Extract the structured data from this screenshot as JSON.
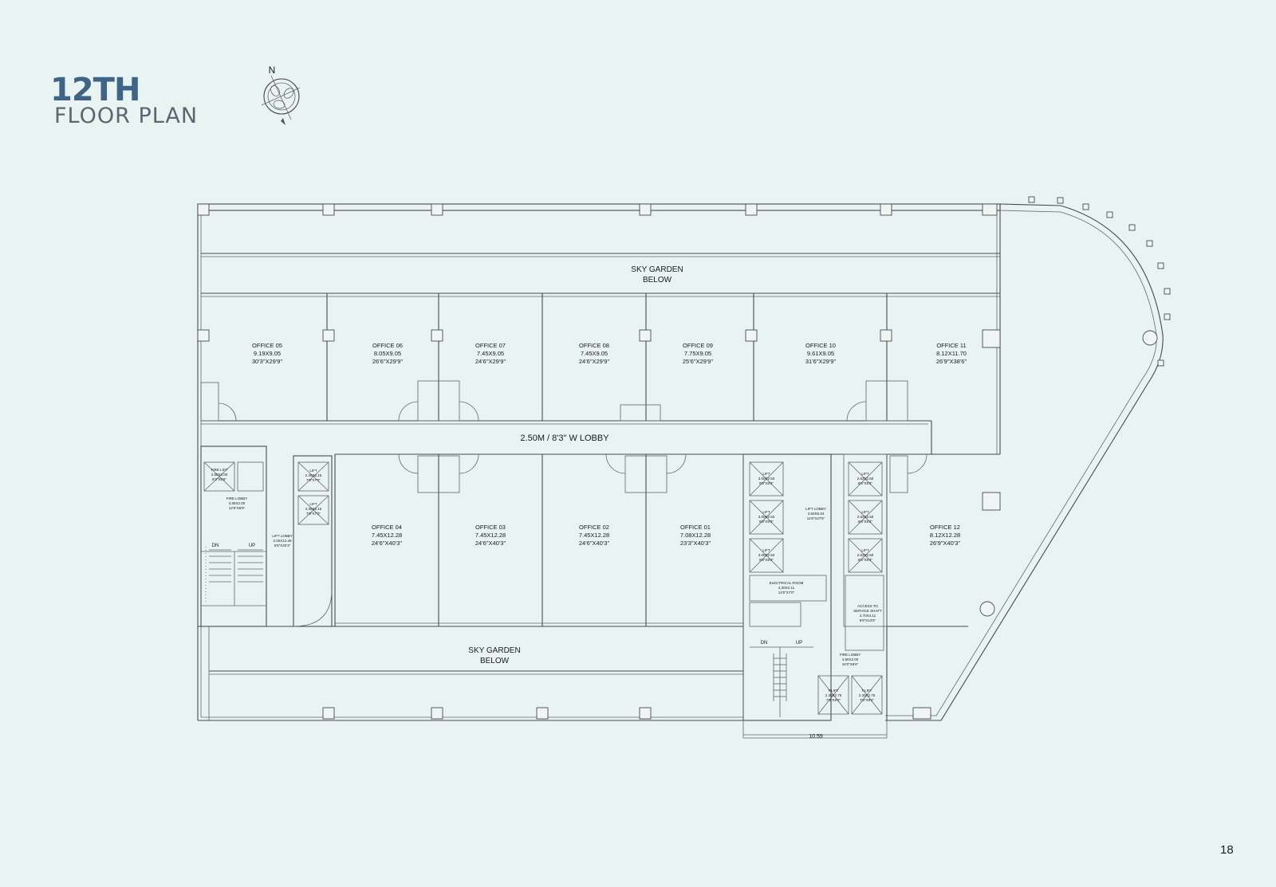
{
  "title": {
    "number": "12TH",
    "subtitle": "FLOOR PLAN"
  },
  "compass": {
    "label": "N"
  },
  "page_number": "18",
  "labels": {
    "sky_garden_top": [
      "SKY GARDEN",
      "BELOW"
    ],
    "sky_garden_bottom": [
      "SKY GARDEN",
      "BELOW"
    ],
    "lobby": "2.50M / 8'3\" W LOBBY",
    "dimension": "10.59"
  },
  "offices_top": [
    {
      "name": "OFFICE 05",
      "size": "9.19X9.05",
      "imperial": "30'3\"X29'9\""
    },
    {
      "name": "OFFICE 06",
      "size": "8.05X9.05",
      "imperial": "26'6\"X29'9\""
    },
    {
      "name": "OFFICE 07",
      "size": "7.45X9.05",
      "imperial": "24'6\"X29'9\""
    },
    {
      "name": "OFFICE 08",
      "size": "7.45X9.05",
      "imperial": "24'6\"X29'9\""
    },
    {
      "name": "OFFICE 09",
      "size": "7.75X9.05",
      "imperial": "25'6\"X29'9\""
    },
    {
      "name": "OFFICE 10",
      "size": "9.61X9.05",
      "imperial": "31'6\"X29'9\""
    },
    {
      "name": "OFFICE 11",
      "size": "8.12X11.70",
      "imperial": "26'9\"X38'6\""
    }
  ],
  "offices_bottom": [
    {
      "name": "OFFICE 04",
      "size": "7.45X12.28",
      "imperial": "24'6\"X40'3\""
    },
    {
      "name": "OFFICE 03",
      "size": "7.45X12.28",
      "imperial": "24'6\"X40'3\""
    },
    {
      "name": "OFFICE 02",
      "size": "7.45X12.28",
      "imperial": "24'6\"X40'3\""
    },
    {
      "name": "OFFICE 01",
      "size": "7.08X12.28",
      "imperial": "23'3\"X40'3\""
    },
    {
      "name": "OFFICE 12",
      "size": "8.12X12.28",
      "imperial": "26'9\"X40'3\""
    }
  ],
  "left_core": {
    "fire_lift": [
      "FIRE LIFT",
      "2.50X2.00",
      "8'3\"X6'6\""
    ],
    "fire_lobby": [
      "FIRE LOBBY",
      "3.85X2.00",
      "12'6\"X6'6\""
    ],
    "lift_lobby": [
      "LIFT LOBBY",
      "2.00X12.28",
      "6'6\"X40'3\""
    ],
    "lift_a": [
      "LIFT",
      "2.35X2.15",
      "7'9\"X7'0\""
    ],
    "lift_b": [
      "LIFT",
      "2.35X2.15",
      "7'9\"X7'0\""
    ],
    "stair": {
      "dn": "DN",
      "up": "UP"
    }
  },
  "right_core": {
    "lift_1": [
      "LIFT",
      "3.00X2.50",
      "9'9\"X8'3\""
    ],
    "lift_2": [
      "LIFT",
      "3.00X2.50",
      "9'9\"X8'3\""
    ],
    "lift_3": [
      "LIFT",
      "3.00X2.50",
      "9'9\"X8'3\""
    ],
    "lift_4": [
      "LIFT",
      "2.62X2.50",
      "8'6\"X8'3\""
    ],
    "lift_5": [
      "LIFT",
      "2.62X2.50",
      "8'6\"X8'3\""
    ],
    "lift_6": [
      "LIFT",
      "2.62X2.50",
      "8'6\"X8'3\""
    ],
    "lift_lobby": [
      "LIFT LOBBY",
      "3.60X8.34",
      "11'9\"X27'6\""
    ],
    "electrical_room": [
      "ELECTRICAL ROOM",
      "4.30X2.11",
      "14'0\"X7'0\""
    ],
    "access_shaft": [
      "ACCESS TO",
      "SERVICE SHAFT",
      "2.70X4.11",
      "8'9\"X13'6\""
    ],
    "fire_lobby": [
      "FIRE LOBBY",
      "4.80X2.00",
      "16'0\"X6'6\""
    ],
    "fire_lift_1": [
      "F.LIFT",
      "2.30X2.75",
      "7'6\"X9'0\""
    ],
    "fire_lift_2": [
      "F.LIFT",
      "2.30X2.75",
      "7'6\"X9'0\""
    ],
    "stair": {
      "dn": "DN",
      "up": "UP"
    }
  }
}
